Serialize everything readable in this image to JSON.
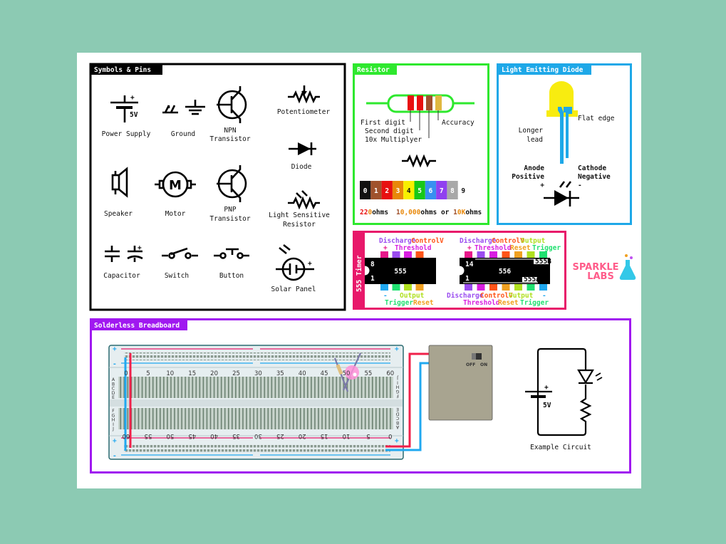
{
  "symbols": {
    "title": "Symbols & Pins",
    "power_supply": "Power Supply",
    "power_voltage": "5V",
    "plus": "+",
    "ground": "Ground",
    "npn": [
      "NPN",
      "Transistor"
    ],
    "potentiometer": "Potentiometer",
    "diode": "Diode",
    "speaker": "Speaker",
    "motor": "Motor",
    "motor_letter": "M",
    "pnp": [
      "PNP",
      "Transistor"
    ],
    "lsr": [
      "Light Sensitive",
      "Resistor"
    ],
    "capacitor": "Capacitor",
    "switch": "Switch",
    "button": "Button",
    "solar": "Solar Panel"
  },
  "resistor": {
    "title": "Resistor",
    "first_digit": "First digit",
    "second_digit": "Second digit",
    "multiplier": "10x Multiplyer",
    "accuracy": "Accuracy",
    "color_codes": [
      {
        "digit": "0",
        "color": "#111111"
      },
      {
        "digit": "1",
        "color": "#a0522d"
      },
      {
        "digit": "2",
        "color": "#e81010"
      },
      {
        "digit": "3",
        "color": "#e8880a"
      },
      {
        "digit": "4",
        "color": "#f8f000"
      },
      {
        "digit": "5",
        "color": "#18c818"
      },
      {
        "digit": "6",
        "color": "#3890f0"
      },
      {
        "digit": "7",
        "color": "#9040f0"
      },
      {
        "digit": "8",
        "color": "#a8a8a8"
      },
      {
        "digit": "9",
        "color": "#ffffff"
      }
    ],
    "example1": {
      "a": "22",
      "b": "0",
      "c": "ohms"
    },
    "example2": {
      "a": "1",
      "b": "0,000",
      "c": "ohms or "
    },
    "example3": {
      "a": "1",
      "b": "0",
      "k": "K",
      "c": "ohms"
    }
  },
  "led": {
    "title": "Light Emitting Diode",
    "flat_edge": "Flat edge",
    "longer_lead": [
      "Longer",
      "lead"
    ],
    "anode": [
      "Anode",
      "Positive",
      "+"
    ],
    "cathode": [
      "Cathode",
      "Negative",
      "-"
    ]
  },
  "timer": {
    "title": "555 Timer",
    "chip555": {
      "name": "555",
      "pin_top": "8",
      "pin_bottom": "1",
      "top_labels": [
        "Discharge",
        "ControlV",
        "+",
        "Threshold"
      ],
      "bottom_labels": [
        "-",
        "Output",
        "Trigger",
        "Reset"
      ],
      "top_pins": [
        "#e8188a",
        "#9a4cf0",
        "#d81ee0",
        "#ff5418"
      ],
      "bottom_pins": [
        "#20a8f0",
        "#20e070",
        "#b0e020",
        "#f0a020"
      ]
    },
    "chip556": {
      "name": "556",
      "pin_top": "14",
      "pin_bottom": "1",
      "side_b": "555B",
      "side_a": "555A",
      "top_labels": [
        "Discharge",
        "ControlV",
        "Output",
        "+",
        "Threshold",
        "Reset",
        "Trigger"
      ],
      "bottom_labels": [
        "Discharge",
        "ControlV",
        "Output",
        "-",
        "Threshold",
        "Reset",
        "Trigger"
      ],
      "top_pins": [
        "#e8188a",
        "#9a4cf0",
        "#d81ee0",
        "#ff5418",
        "#f0a020",
        "#b0e020",
        "#20e070"
      ],
      "bottom_pins": [
        "#9a4cf0",
        "#d81ee0",
        "#ff5418",
        "#f0a020",
        "#b0e020",
        "#20e070",
        "#20a8f0"
      ]
    }
  },
  "logo": {
    "line1": "SPARKLE",
    "line2": "LABS"
  },
  "breadboard": {
    "title": "Solderless Breadboard",
    "top_numbers": [
      "0",
      "5",
      "10",
      "15",
      "20",
      "25",
      "30",
      "35",
      "40",
      "45",
      "50",
      "55",
      "60"
    ],
    "bottom_numbers": [
      "60",
      "55",
      "50",
      "45",
      "40",
      "35",
      "30",
      "25",
      "20",
      "15",
      "10",
      "5",
      "0"
    ],
    "rows_top": [
      "A",
      "B",
      "C",
      "D",
      "E"
    ],
    "rows_bottom": [
      "F",
      "G",
      "H",
      "I",
      "J"
    ],
    "plus": "+",
    "minus": "-",
    "battery_off": "OFF",
    "battery_on": "ON",
    "circuit_voltage": "5V",
    "circuit_plus": "+",
    "circuit_label": "Example Circuit"
  },
  "colors": {
    "symbols": "#000000",
    "resistor": "#2ee82e",
    "led": "#1ea8e8",
    "timer": "#e8186a",
    "breadboard": "#a018f0",
    "logo": "#ff5c8a"
  }
}
